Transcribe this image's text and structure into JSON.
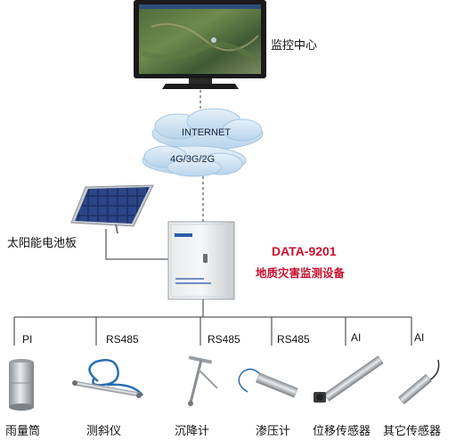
{
  "monitor": {
    "label": "监控中心"
  },
  "cloud": {
    "internet": "INTERNET",
    "networks": "4G/3G/2G"
  },
  "solar": {
    "label": "太阳能电池板"
  },
  "device": {
    "model": "DATA-9201",
    "name": "地质灾害监测设备"
  },
  "ports": [
    "PI",
    "RS485",
    "RS485",
    "RS485",
    "AI",
    "AI"
  ],
  "sensors": [
    "雨量筒",
    "测斜仪",
    "沉降计",
    "渗压计",
    "位移传感器",
    "其它传感器"
  ],
  "colors": {
    "accent_red": "#c8102e",
    "cloud_fill": "#cfe3f3",
    "line": "#333333"
  }
}
